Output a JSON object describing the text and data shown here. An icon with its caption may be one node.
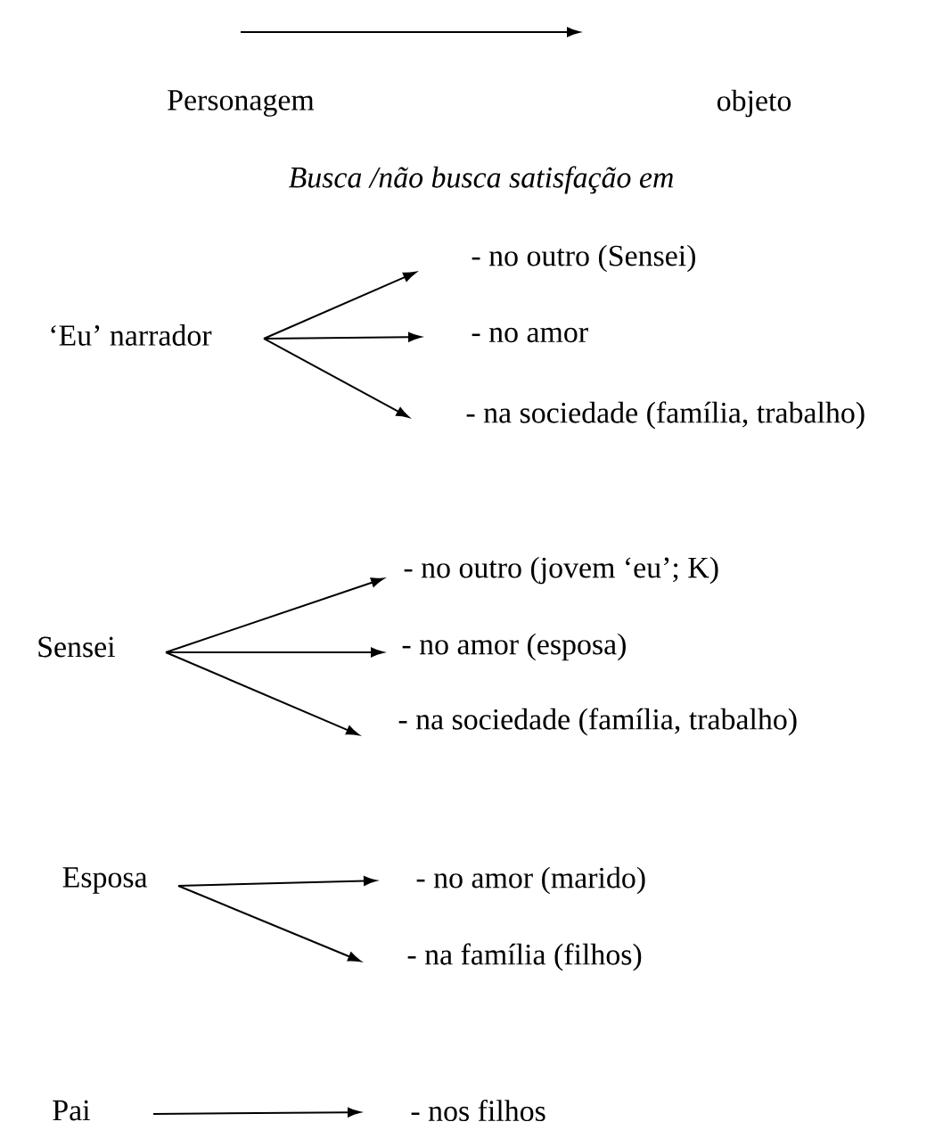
{
  "diagram": {
    "nodes": [
      {
        "text": [
          "‘Eu’ narrador"
        ]
      },
      {
        "text": [
          "- no outro (Sensei)"
        ]
      },
      {
        "text": [
          "- no amor"
        ]
      },
      {
        "text": [
          "- na sociedade (família, trabalho)"
        ]
      },
      {
        "text": [
          "Sensei"
        ]
      },
      {
        "text": [
          "- no outro (jovem ‘eu’; K)"
        ]
      },
      {
        "text": [
          "- no amor (esposa)"
        ]
      },
      {
        "text": [
          "- na sociedade (família, trabalho)"
        ]
      },
      {
        "text": [
          "Esposa"
        ]
      },
      {
        "text": [
          "- no amor (marido)"
        ]
      },
      {
        "text": [
          "- na família (filhos)"
        ]
      },
      {
        "text": [
          "Pai"
        ]
      },
      {
        "text": [
          "- nos filhos"
        ]
      }
    ],
    "edges": [
      {
        "from": 0,
        "to": 1,
        "arrow": "to"
      },
      {
        "from": 0,
        "to": 2,
        "arrow": "to"
      },
      {
        "from": 0,
        "to": 3,
        "arrow": "to"
      },
      {
        "from": 4,
        "to": 5,
        "arrow": "to"
      },
      {
        "from": 4,
        "to": 6,
        "arrow": "to"
      },
      {
        "from": 4,
        "to": 7,
        "arrow": "to"
      },
      {
        "from": 8,
        "to": 9,
        "arrow": "to"
      },
      {
        "from": 8,
        "to": 10,
        "arrow": "to"
      },
      {
        "from": 11,
        "to": 12,
        "arrow": "to"
      }
    ],
    "labels": [
      "Personagem",
      "objeto",
      "Busca /não busca satisfação em"
    ]
  }
}
